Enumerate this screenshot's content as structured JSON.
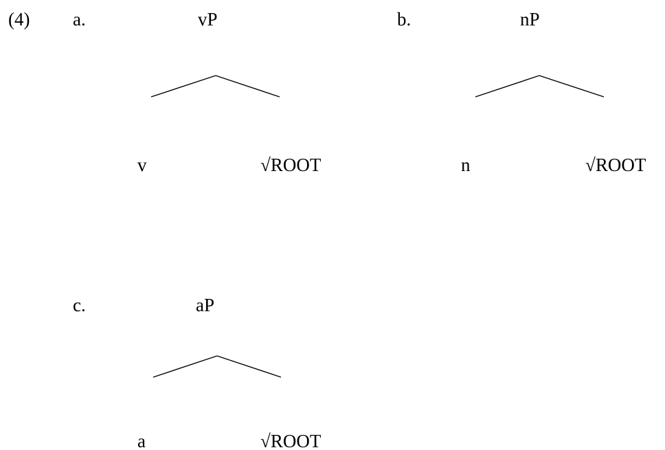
{
  "example_number": "(4)",
  "trees": [
    {
      "label": "a.",
      "root": "vP",
      "left": "v",
      "right": "√ROOT"
    },
    {
      "label": "b.",
      "root": "nP",
      "left": "n",
      "right": "√ROOT"
    },
    {
      "label": "c.",
      "root": "aP",
      "left": "a",
      "right": "√ROOT"
    }
  ]
}
